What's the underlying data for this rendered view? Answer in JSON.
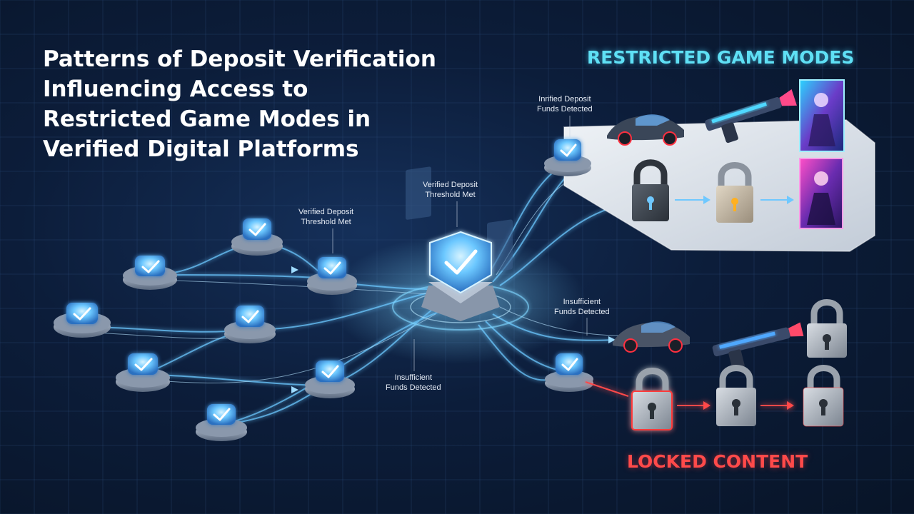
{
  "title": {
    "line1": "Patterns of Deposit Verification",
    "line2": "Influencing Access to",
    "line3": "Restricted Game Modes in",
    "line4": "Verified Digital Platforms"
  },
  "headings": {
    "restricted": "RESTRICTED GAME MODES",
    "locked": "LOCKED CONTENT"
  },
  "labels": {
    "verified_left": {
      "line1": "Verified Deposit",
      "line2": "Threshold Met"
    },
    "verified_hub": {
      "line1": "Verified Deposit",
      "line2": "Threshold Met"
    },
    "insufficient_bottom": {
      "line1": "Insufficient",
      "line2": "Funds Detected"
    },
    "top_right": {
      "line1": "Inrified Deposit",
      "line2": "Funds Detected"
    },
    "insufficient_right": {
      "line1": "Insufficient",
      "line2": "Funds Detected"
    }
  },
  "colors": {
    "node_glow": "#5fc8ff",
    "accent_cyan": "#5fe0f5",
    "accent_red": "#ff4a4a",
    "panel": "#dfe6ee"
  }
}
